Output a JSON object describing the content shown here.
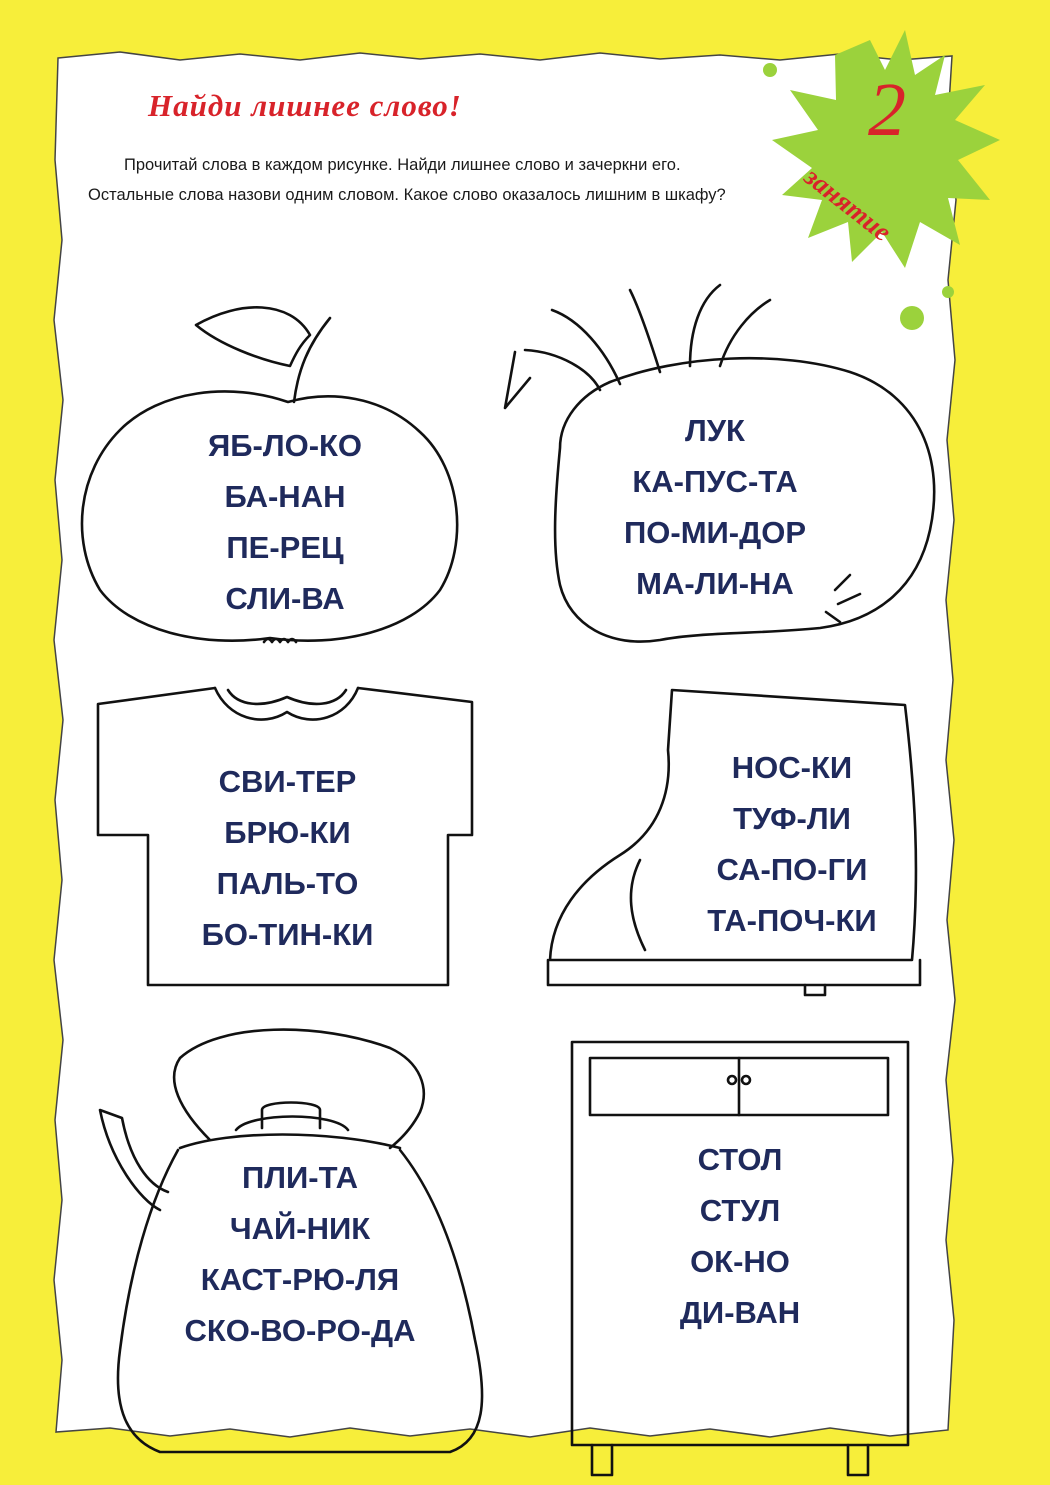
{
  "page": {
    "title": "Найди лишнее слово!",
    "instructions": "Прочитай слова в каждом рисунке. Найди лишнее слово и зачеркни его. Остальные слова назови одним словом. Какое слово оказалось лишним в шкафу?",
    "lesson_number": "2",
    "lesson_label": "занятие"
  },
  "colors": {
    "background": "#f7ee3a",
    "accent_red": "#d8232a",
    "word_text": "#1f2a5c",
    "splash_green": "#9bd23c"
  },
  "groups": [
    {
      "picture": "apple-icon",
      "words": [
        "ЯБ-ЛО-КО",
        "БА-НАН",
        "ПЕ-РЕЦ",
        "СЛИ-ВА"
      ]
    },
    {
      "picture": "beet-icon",
      "words": [
        "ЛУК",
        "КА-ПУС-ТА",
        "ПО-МИ-ДОР",
        "МА-ЛИ-НА"
      ]
    },
    {
      "picture": "shirt-icon",
      "words": [
        "СВИ-ТЕР",
        "БРЮ-КИ",
        "ПАЛЬ-ТО",
        "БО-ТИН-КИ"
      ]
    },
    {
      "picture": "boot-icon",
      "words": [
        "НОС-КИ",
        "ТУФ-ЛИ",
        "СА-ПО-ГИ",
        "ТА-ПОЧ-КИ"
      ]
    },
    {
      "picture": "teapot-icon",
      "words": [
        "ПЛИ-ТА",
        "ЧАЙ-НИК",
        "КАСТ-РЮ-ЛЯ",
        "СКО-ВО-РО-ДА"
      ]
    },
    {
      "picture": "cabinet-icon",
      "words": [
        "СТОЛ",
        "СТУЛ",
        "ОК-НО",
        "ДИ-ВАН"
      ]
    }
  ]
}
